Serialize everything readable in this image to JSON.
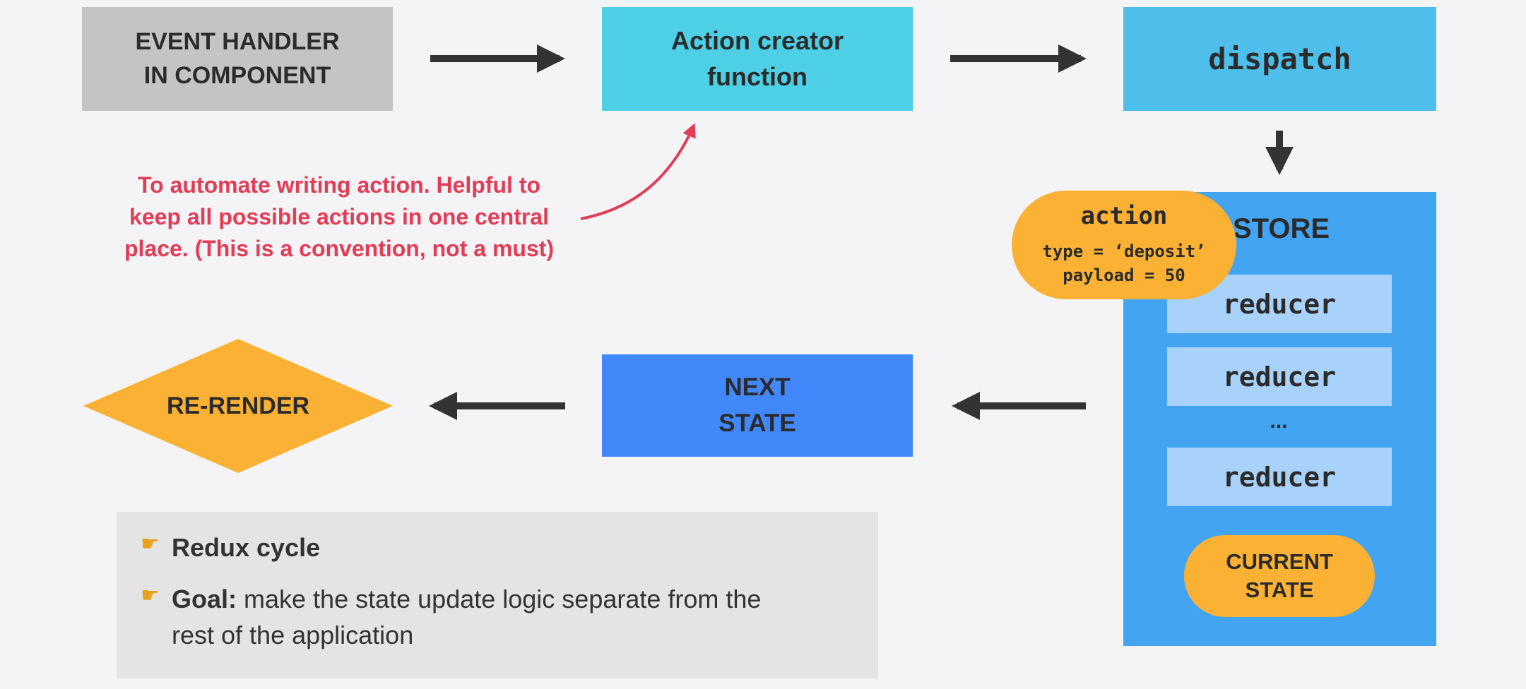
{
  "nodes": {
    "event_handler": "EVENT HANDLER\nIN COMPONENT",
    "action_creator": "Action creator\nfunction",
    "dispatch": "dispatch",
    "store": "STORE",
    "reducers": [
      "reducer",
      "reducer",
      "reducer"
    ],
    "reducer_ellipsis": "...",
    "current_state": "CURRENT\nSTATE",
    "next_state": "NEXT\nSTATE",
    "re_render": "RE-RENDER"
  },
  "action": {
    "title": "action",
    "type_line": "type = ‘deposit’",
    "payload_line": "payload = 50"
  },
  "annotation": "To automate writing action. Helpful to\nkeep all possible actions in one central\nplace. (This is a convention, not a must)",
  "notes": {
    "item1": "Redux cycle",
    "item2_bold": "Goal:",
    "item2_rest": " make the state update logic separate from the rest of the application"
  },
  "colors": {
    "event_handler": "#c4c3c6",
    "action_creator": "#4dcfe5",
    "dispatch": "#4ebfea",
    "store": "#43a4f2",
    "reducer": "#a8d2fa",
    "next_state": "#4188fb",
    "accent_orange": "#fbb234",
    "annotation": "#e23d57",
    "arrow": "#333333"
  }
}
